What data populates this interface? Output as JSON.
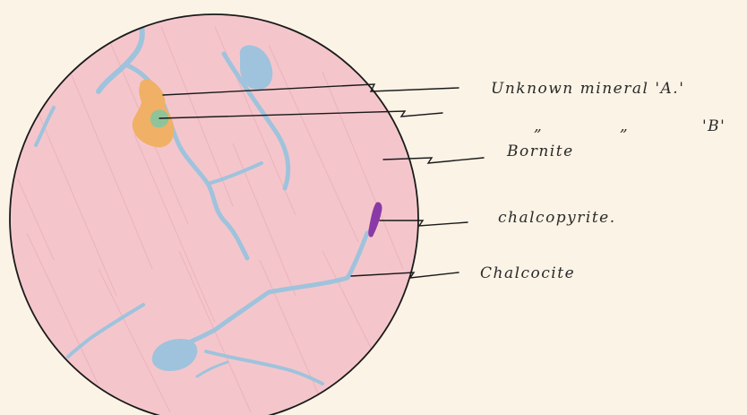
{
  "labels": {
    "mineral_a": "Unknown mineral 'A.'",
    "ditto_mark_1": "„",
    "ditto_mark_2": "„",
    "mineral_b": "'B'",
    "bornite": "Bornite",
    "chalcopyrite": "chalcopyrite.",
    "chalcocite": "Chalcocite"
  },
  "colors": {
    "paper": "#faf3e6",
    "bornite": "#f4c6cc",
    "chalcocite": "#9fc3dc",
    "mineral_a": "#f0b066",
    "mineral_b": "#8fc49a",
    "chalcopyrite": "#8a3aa6",
    "ink": "#1a1a1a"
  }
}
